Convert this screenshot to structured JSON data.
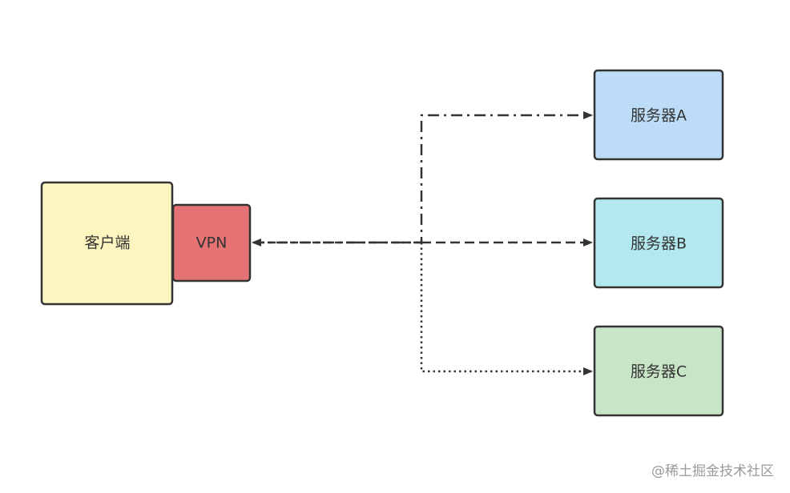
{
  "nodes": {
    "client": {
      "label": "客户端",
      "color": "#fdf5bf"
    },
    "vpn": {
      "label": "VPN",
      "color": "#e57373"
    },
    "server_a": {
      "label": "服务器A",
      "color": "#bcdcf8"
    },
    "server_b": {
      "label": "服务器B",
      "color": "#b3e8ee"
    },
    "server_c": {
      "label": "服务器C",
      "color": "#c8e5c8"
    }
  },
  "edges": [
    {
      "from": "vpn",
      "to": "server_a",
      "style": "dash-dot"
    },
    {
      "from": "vpn",
      "to": "server_b",
      "style": "dashed"
    },
    {
      "from": "vpn",
      "to": "server_c",
      "style": "dotted"
    }
  ],
  "watermark": "@稀土掘金技术社区",
  "colors": {
    "border": "#333333",
    "line": "#333333"
  }
}
